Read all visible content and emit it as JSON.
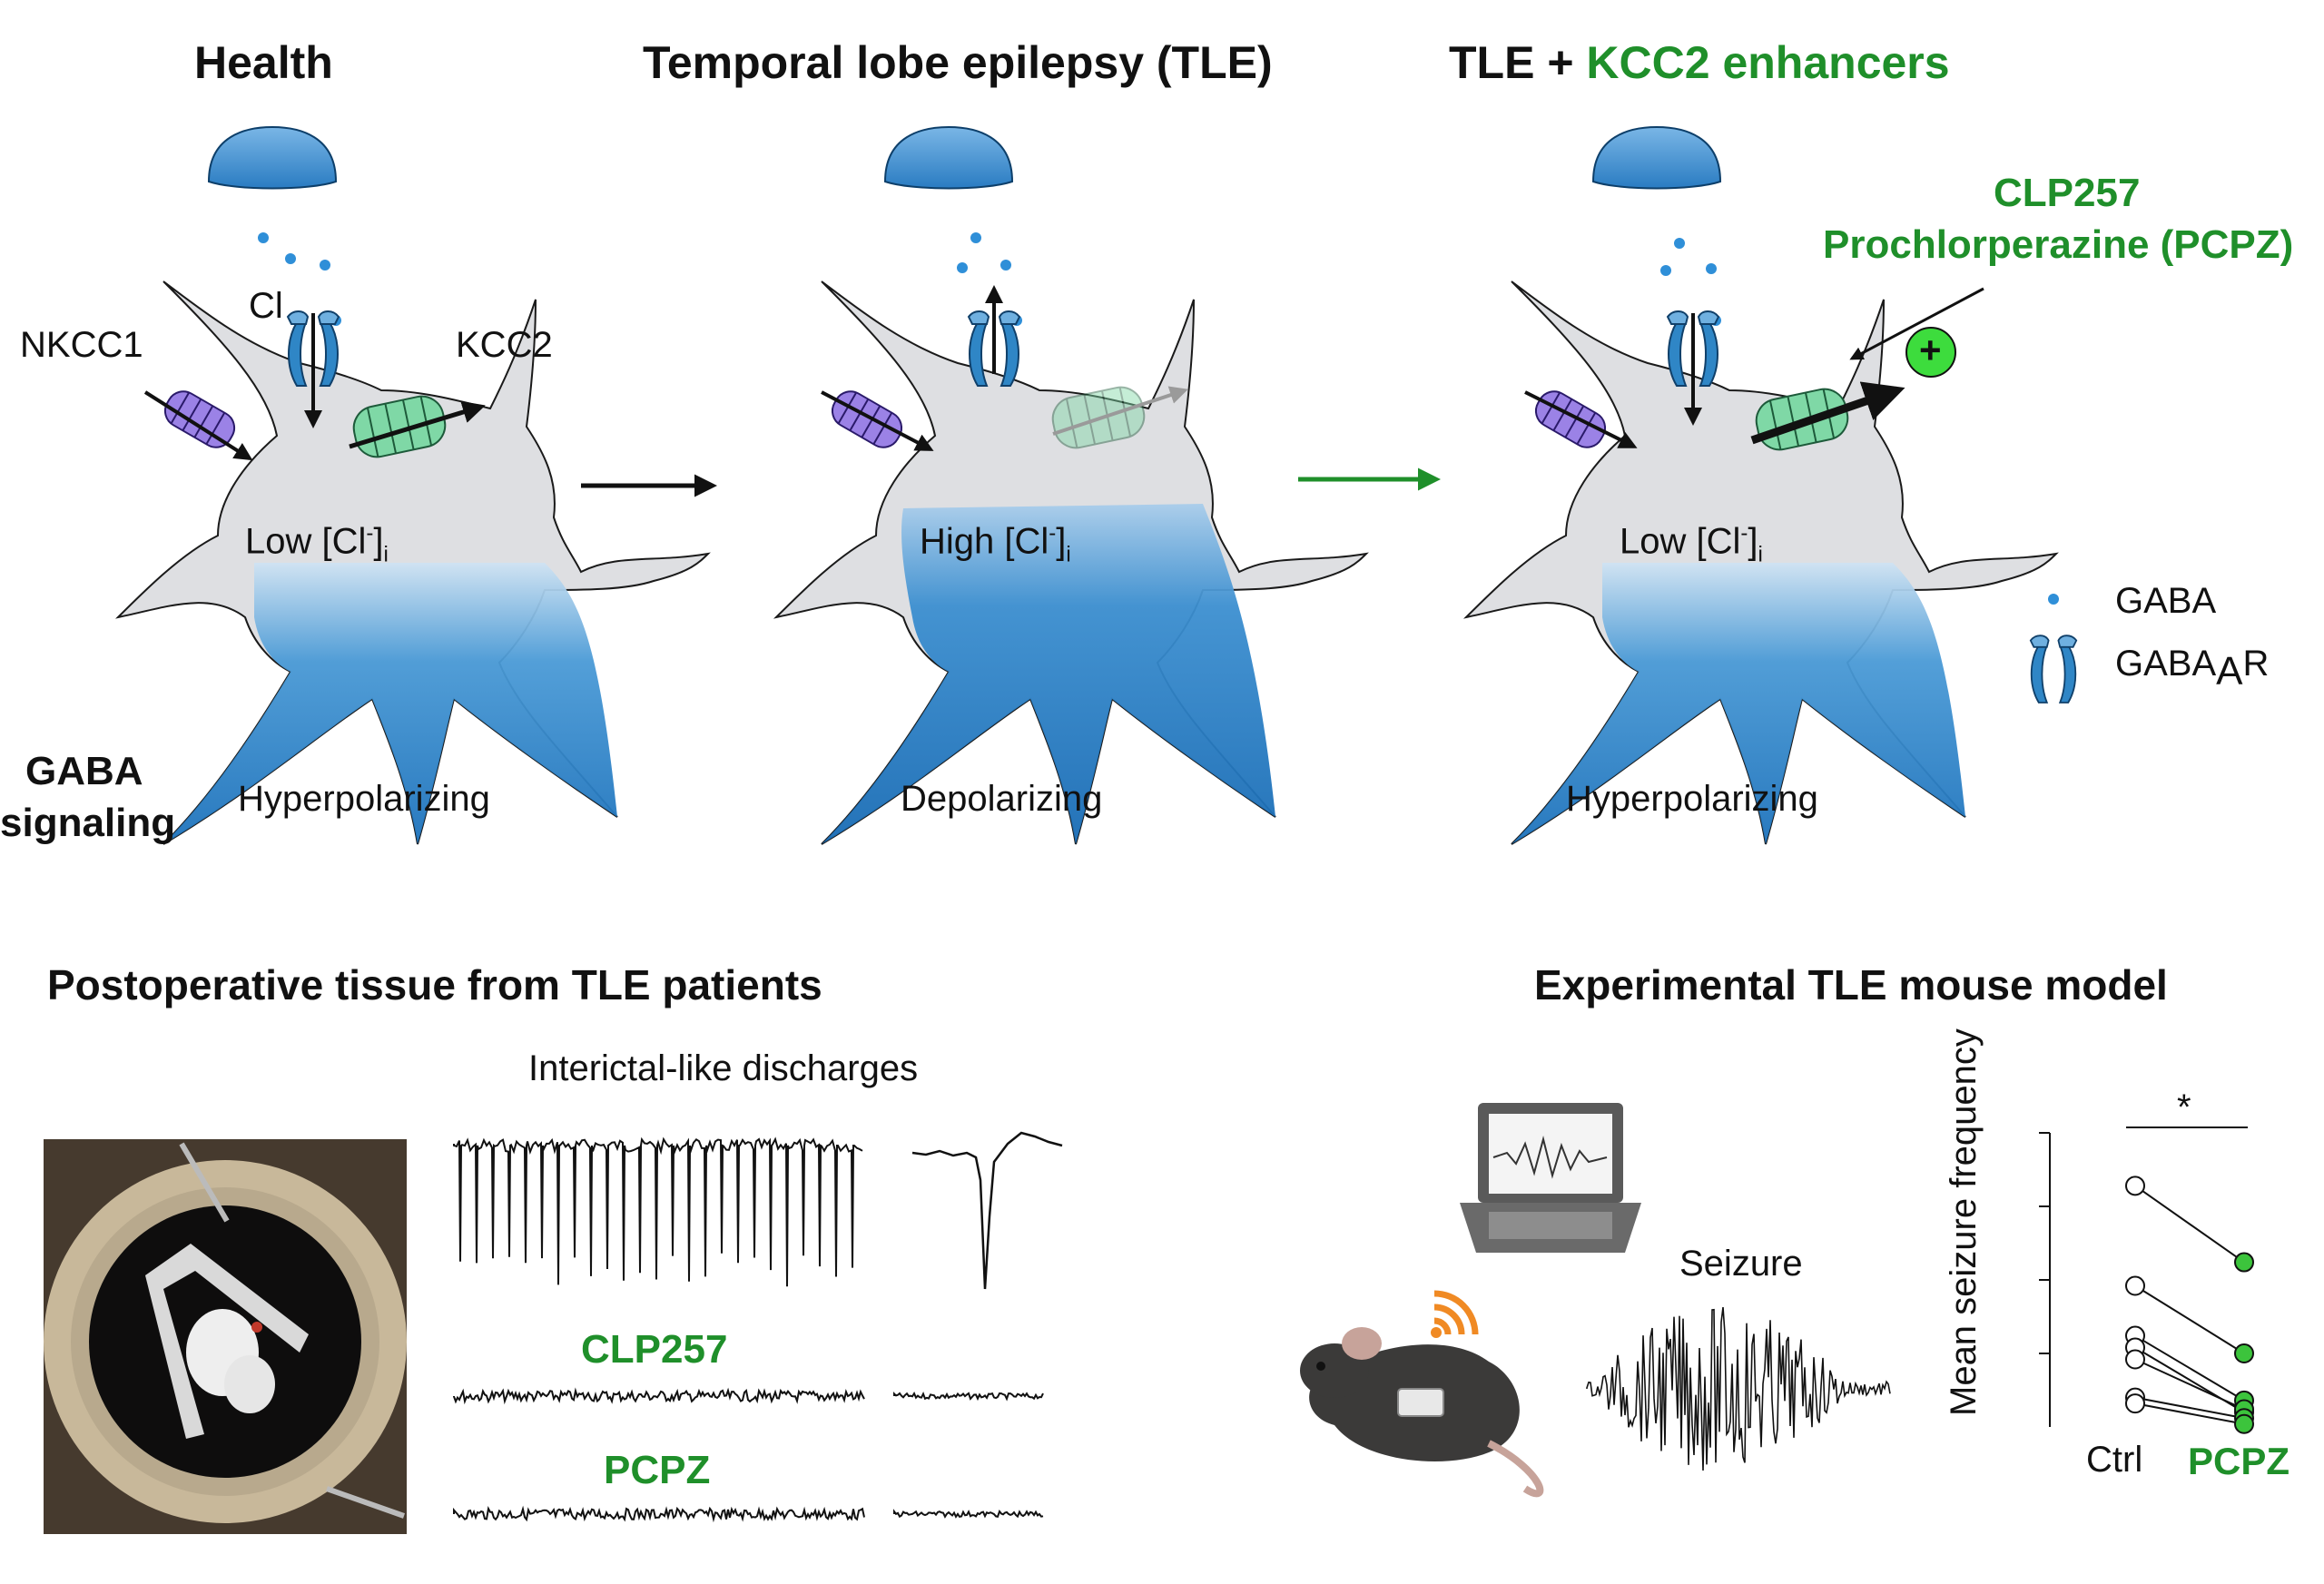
{
  "panels": [
    {
      "title": "Health",
      "chloride": "Low [Cl",
      "chloride_sub": "i",
      "signaling": "Hyperpolarizing"
    },
    {
      "title": "Temporal lobe epilepsy (TLE)",
      "chloride": "High [Cl",
      "chloride_sub": "i",
      "signaling": "Depolarizing"
    },
    {
      "title_prefix": "TLE + ",
      "title_green": "KCC2 enhancers",
      "chloride": "Low [Cl",
      "chloride_sub": "i",
      "signaling": "Hyperpolarizing"
    }
  ],
  "labels": {
    "nkcc1": "NKCC1",
    "kcc2": "KCC2",
    "cl": "Cl",
    "gaba_signaling_1": "GABA",
    "gaba_signaling_2": "signaling",
    "drug_1": "CLP257",
    "drug_2": "Prochlorperazine (PCPZ)",
    "plus": "+"
  },
  "legend": {
    "gaba": "GABA",
    "receptor": "GABA",
    "receptor_sub": "A",
    "receptor_suffix": "R"
  },
  "bottom_left": {
    "title": "Postoperative tissue from TLE patients",
    "trace_title": "Interictal-like discharges",
    "drug_a": "CLP257",
    "drug_b": "PCPZ"
  },
  "bottom_right": {
    "title": "Experimental TLE mouse model",
    "seizure_label": "Seizure"
  },
  "colors": {
    "green": "#1f8f2a",
    "blue": "#2a86c8",
    "purple": "#8a6fd6",
    "mint": "#6ccf9a"
  },
  "chart_data": {
    "type": "scatter",
    "categories": [
      "Ctrl",
      "PCPZ"
    ],
    "ylabel": "Mean seizure frequency",
    "significance": "*",
    "pairs": [
      [
        0.82,
        0.56
      ],
      [
        0.48,
        0.25
      ],
      [
        0.31,
        0.09
      ],
      [
        0.27,
        0.05
      ],
      [
        0.23,
        0.06
      ],
      [
        0.1,
        0.03
      ],
      [
        0.08,
        0.01
      ]
    ]
  }
}
